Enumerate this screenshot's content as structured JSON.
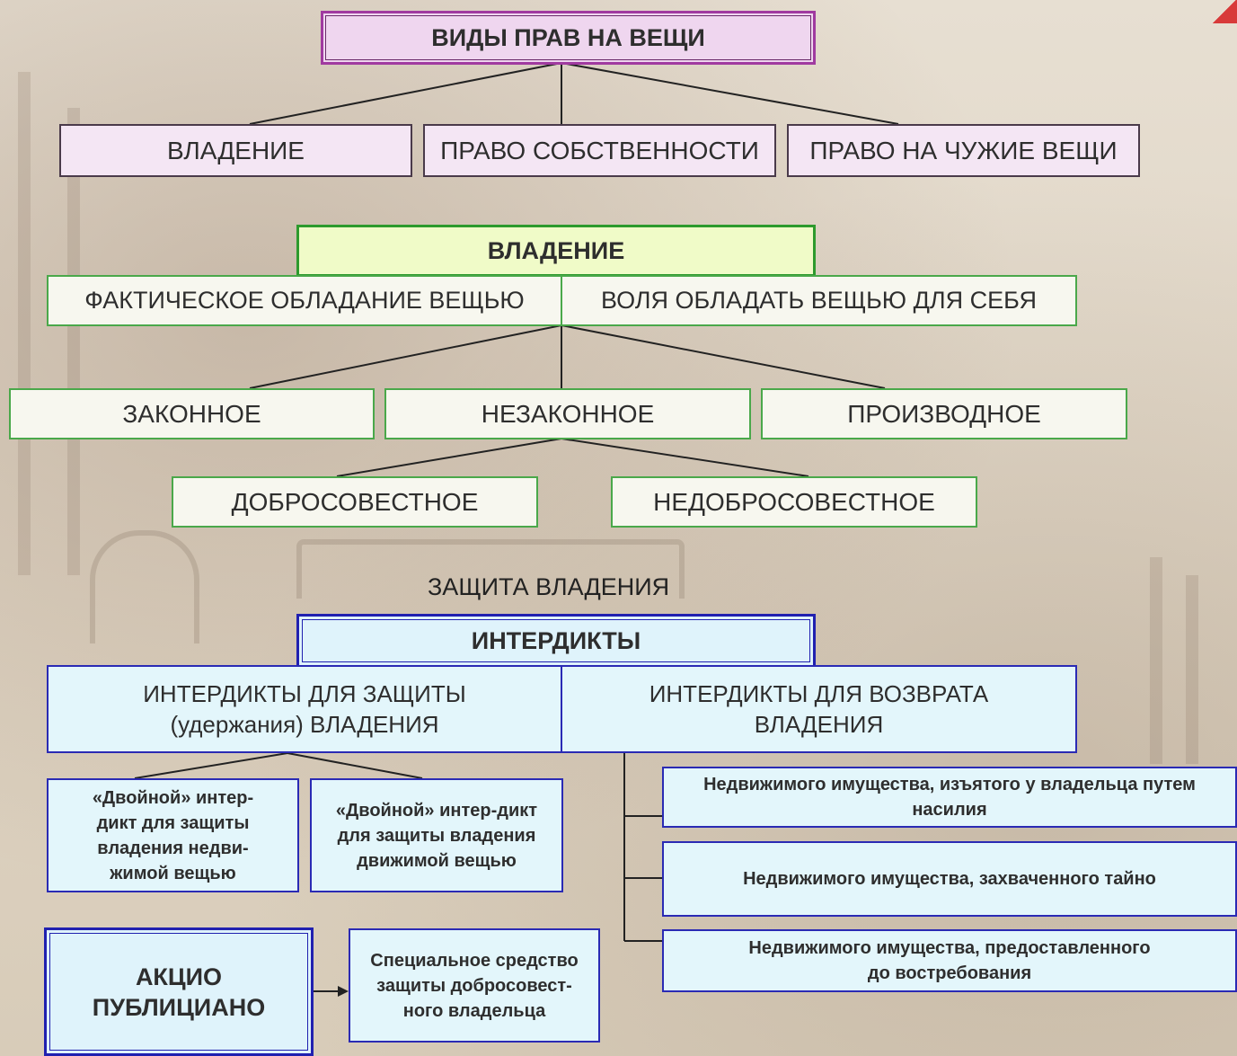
{
  "top": {
    "title": "ВИДЫ ПРАВ НА ВЕЩИ",
    "items": [
      "ВЛАДЕНИЕ",
      "ПРАВО СОБСТВЕННОСТИ",
      "ПРАВО НА ЧУЖИЕ ВЕЩИ"
    ]
  },
  "possession": {
    "title": "ВЛАДЕНИЕ",
    "elements": [
      "ФАКТИЧЕСКОЕ ОБЛАДАНИЕ ВЕЩЬЮ",
      "ВОЛЯ ОБЛАДАТЬ ВЕЩЬЮ ДЛЯ СЕБЯ"
    ],
    "types": [
      "ЗАКОННОЕ",
      "НЕЗАКОННОЕ",
      "ПРОИЗВОДНОЕ"
    ],
    "subtypes": [
      "ДОБРОСОВЕСТНОЕ",
      "НЕДОБРОСОВЕСТНОЕ"
    ]
  },
  "protection": {
    "label": "ЗАЩИТА ВЛАДЕНИЯ",
    "title": "ИНТЕРДИКТЫ",
    "groups": [
      "ИНТЕРДИКТЫ ДЛЯ ЗАЩИТЫ (удержания) ВЛАДЕНИЯ",
      "ИНТЕРДИКТЫ ДЛЯ ВОЗВРАТА ВЛАДЕНИЯ"
    ],
    "retention": [
      "«Двойной» интер-дикт для защиты владения недви-жимой вещью",
      "«Двойной» интер-дикт для защиты владения движимой вещью"
    ],
    "recovery": [
      "Недвижимого имущества, изъятого у владельца путем насилия",
      "Недвижимого имущества, захваченного тайно",
      "Недвижимого имущества, предоставленного до востребования"
    ],
    "publiciana": "АКЦИО ПУБЛИЦИАНО",
    "publiciana_desc": "Специальное средство защиты добросовест-ного владельца"
  },
  "colors": {
    "purple_border": "#a03aa0",
    "green_border": "#2d9a2d",
    "blue_border": "#2020b0"
  }
}
